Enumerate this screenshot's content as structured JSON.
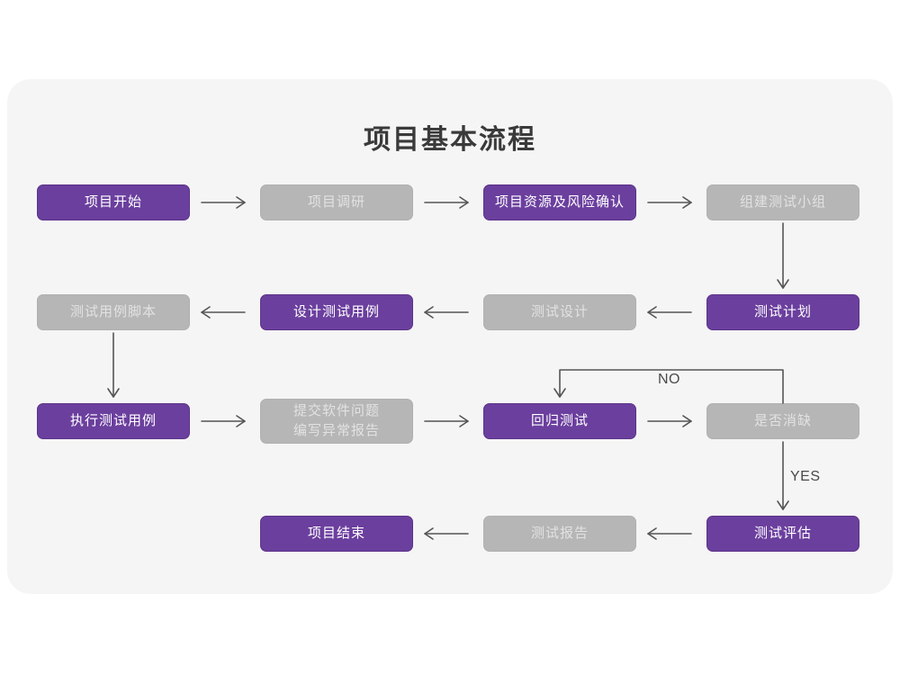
{
  "card": {
    "background": "#f5f5f5"
  },
  "title": "项目基本流程",
  "colors": {
    "purple": "#6b3f9e",
    "purple_border": "#5c3489",
    "gray": "#b6b6b6",
    "gray_text": "#e2e2e2",
    "arrow": "#555555",
    "title_text": "#3a3a3a",
    "page_background": "#ffffff"
  },
  "nodes": [
    {
      "id": "n1",
      "label": "项目开始",
      "style": "purple",
      "row": 1,
      "col": 1
    },
    {
      "id": "n2",
      "label": "项目调研",
      "style": "gray",
      "row": 1,
      "col": 2
    },
    {
      "id": "n3",
      "label": "项目资源及风险确认",
      "style": "purple",
      "row": 1,
      "col": 3
    },
    {
      "id": "n4",
      "label": "组建测试小组",
      "style": "gray",
      "row": 1,
      "col": 4
    },
    {
      "id": "n5",
      "label": "测试用例脚本",
      "style": "gray",
      "row": 2,
      "col": 1
    },
    {
      "id": "n6",
      "label": "设计测试用例",
      "style": "purple",
      "row": 2,
      "col": 2
    },
    {
      "id": "n7",
      "label": "测试设计",
      "style": "gray",
      "row": 2,
      "col": 3
    },
    {
      "id": "n8",
      "label": "测试计划",
      "style": "purple",
      "row": 2,
      "col": 4
    },
    {
      "id": "n9",
      "label": "执行测试用例",
      "style": "purple",
      "row": 3,
      "col": 1
    },
    {
      "id": "n10",
      "label": "提交软件问题\n编写异常报告",
      "style": "gray",
      "row": 3,
      "col": 2
    },
    {
      "id": "n11",
      "label": "回归测试",
      "style": "purple",
      "row": 3,
      "col": 3
    },
    {
      "id": "n12",
      "label": "是否消缺",
      "style": "gray",
      "row": 3,
      "col": 4
    },
    {
      "id": "n13",
      "label": "项目结束",
      "style": "purple",
      "row": 4,
      "col": 2
    },
    {
      "id": "n14",
      "label": "测试报告",
      "style": "gray",
      "row": 4,
      "col": 3
    },
    {
      "id": "n15",
      "label": "测试评估",
      "style": "purple",
      "row": 4,
      "col": 4
    }
  ],
  "node_labels": {
    "n10_line1": "提交软件问题",
    "n10_line2": "编写异常报告"
  },
  "edge_labels": {
    "no": "NO",
    "yes": "YES"
  }
}
